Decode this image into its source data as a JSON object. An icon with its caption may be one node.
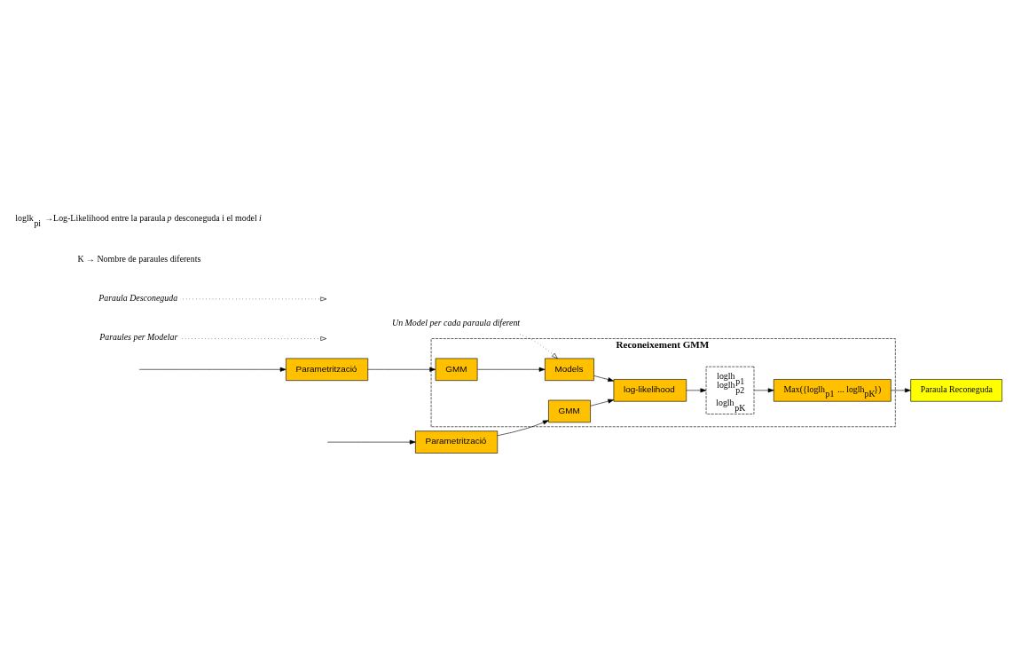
{
  "diagram": {
    "nodes": [
      {
        "text": [
          "Reconeixement GMM"
        ]
      },
      {
        "text": [
          "Paraules per Modelar"
        ]
      },
      {
        "text": [
          "Parametrització"
        ]
      },
      {
        "text": [
          "GMM"
        ],
        "in": 0
      },
      {
        "text": [
          "Models"
        ],
        "in": 0
      },
      {
        "text": [
          "Un Model per cada paraula diferent"
        ]
      },
      {
        "text": [
          "Paraula Desconeguda"
        ]
      },
      {
        "text": [
          "Parametrització"
        ]
      },
      {
        "text": [
          "GMM"
        ],
        "in": 0
      },
      {
        "text": [
          "log-likelihood"
        ],
        "in": 0
      },
      {
        "text": [
          "loglh$_{p1}$",
          "loglh$_{p2}$",
          "loglh$_{pK}$"
        ],
        "in": 0
      },
      {
        "text": [
          "Max({loglh$_{p1}$ ... loglh$_{pK}$})"
        ],
        "in": 0
      },
      {
        "text": [
          "Paraula Reconeguda"
        ]
      }
    ],
    "edges": [
      {
        "from": null,
        "to": 2,
        "arrow": "to"
      },
      {
        "from": 2,
        "to": 3,
        "arrow": "to"
      },
      {
        "from": 3,
        "to": 4,
        "arrow": "to"
      },
      {
        "from": 4,
        "to": 9,
        "arrow": "to"
      },
      {
        "from": null,
        "to": 7,
        "arrow": "to"
      },
      {
        "from": 7,
        "to": 8,
        "arrow": "to"
      },
      {
        "from": 8,
        "to": 9,
        "arrow": "to"
      },
      {
        "from": 9,
        "to": 10,
        "arrow": "to"
      },
      {
        "from": 10,
        "to": 11,
        "arrow": "to"
      },
      {
        "from": 11,
        "to": 12,
        "arrow": "to"
      },
      {
        "from": 1,
        "to": null,
        "arrow": "to",
        "style": "dashed"
      },
      {
        "from": 5,
        "to": 4,
        "arrow": "to",
        "style": "dashed"
      },
      {
        "from": 6,
        "to": null,
        "arrow": "to",
        "style": "dashed"
      }
    ],
    "labels": [
      "K → Nombre de paraules diferents",
      "loglk$_{pi}$ →Log-Likelihood entre la paraula *p* desconeguda i el model *i*"
    ]
  }
}
